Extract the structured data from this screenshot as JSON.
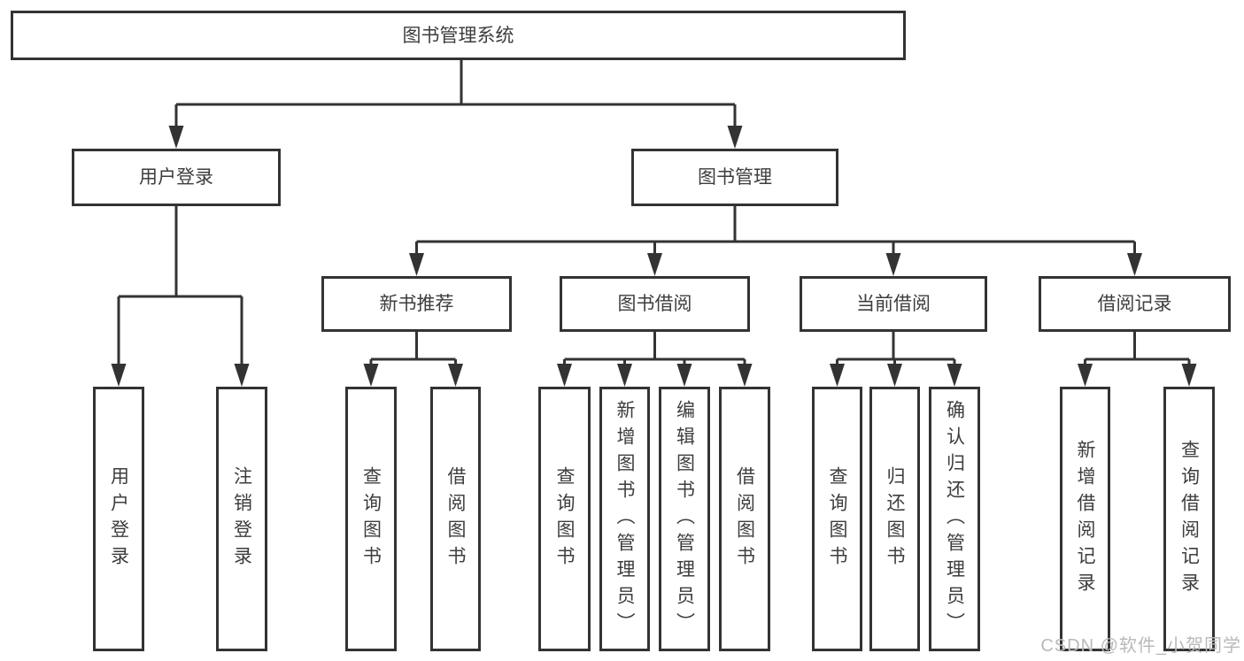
{
  "diagram": {
    "line_color": "#333333",
    "text_color": "#3d3d3d",
    "nodes": [
      {
        "id": "root",
        "label": "图书管理系统"
      },
      {
        "id": "user-login",
        "label": "用户登录"
      },
      {
        "id": "book-mgmt",
        "label": "图书管理"
      },
      {
        "id": "new-book",
        "label": "新书推荐"
      },
      {
        "id": "book-borrow",
        "label": "图书借阅"
      },
      {
        "id": "current-borrow",
        "label": "当前借阅"
      },
      {
        "id": "borrow-records",
        "label": "借阅记录"
      },
      {
        "id": "ul-login",
        "label": "用户登录"
      },
      {
        "id": "ul-logout",
        "label": "注销登录"
      },
      {
        "id": "nb-query",
        "label": "查询图书"
      },
      {
        "id": "nb-borrow",
        "label": "借阅图书"
      },
      {
        "id": "bb-query",
        "label": "查询图书"
      },
      {
        "id": "bb-add",
        "label": "新增图书（管理员）"
      },
      {
        "id": "bb-edit",
        "label": "编辑图书（管理员）"
      },
      {
        "id": "bb-borrow",
        "label": "借阅图书"
      },
      {
        "id": "cb-query",
        "label": "查询图书"
      },
      {
        "id": "cb-return",
        "label": "归还图书"
      },
      {
        "id": "cb-confirm",
        "label": "确认归还（管理员）"
      },
      {
        "id": "br-add",
        "label": "新增借阅记录"
      },
      {
        "id": "br-query",
        "label": "查询借阅记录"
      }
    ],
    "edges": [
      {
        "parent": "root",
        "children": [
          "user-login",
          "book-mgmt"
        ]
      },
      {
        "parent": "user-login",
        "children": [
          "ul-login",
          "ul-logout"
        ]
      },
      {
        "parent": "book-mgmt",
        "children": [
          "new-book",
          "book-borrow",
          "current-borrow",
          "borrow-records"
        ]
      },
      {
        "parent": "new-book",
        "children": [
          "nb-query",
          "nb-borrow"
        ]
      },
      {
        "parent": "book-borrow",
        "children": [
          "bb-query",
          "bb-add",
          "bb-edit",
          "bb-borrow"
        ]
      },
      {
        "parent": "current-borrow",
        "children": [
          "cb-query",
          "cb-return",
          "cb-confirm"
        ]
      },
      {
        "parent": "borrow-records",
        "children": [
          "br-add",
          "br-query"
        ]
      }
    ]
  },
  "watermark": {
    "text": "CSDN @软件_小贺同学",
    "color": "#b9b9bd"
  }
}
